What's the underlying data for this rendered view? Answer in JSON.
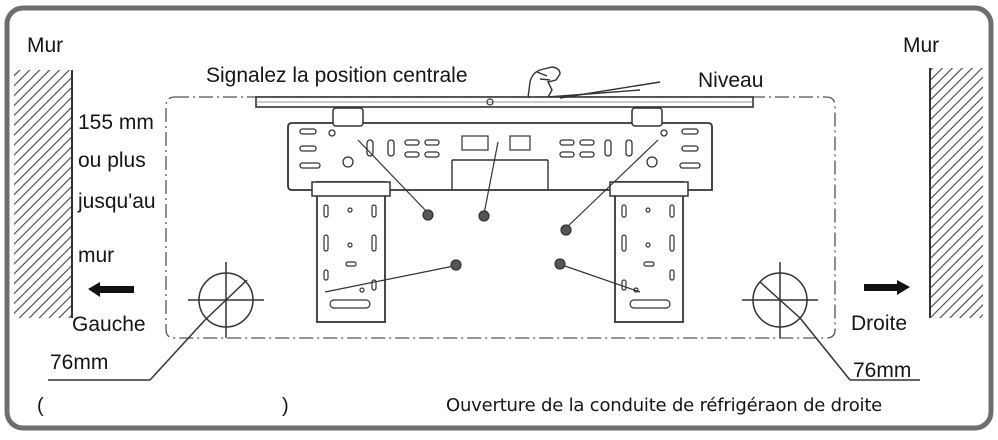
{
  "labels": {
    "wall_left": "Mur",
    "wall_right": "Mur",
    "center_mark": "Signalez la position centrale",
    "level": "Niveau",
    "clearance": [
      "155 mm",
      "ou plus",
      "jusqu'au",
      "mur"
    ],
    "left": "Gauche",
    "right": "Droite",
    "hole_left_size": "76mm",
    "hole_right_size": "76mm",
    "left_opening_open": "(",
    "left_opening_close": ")",
    "caption": "Ouverture de la conduite de réfrigéraon de droite"
  },
  "icons": {
    "left_arrow": "arrow-left-icon",
    "right_arrow": "arrow-right-icon",
    "hand": "hand-icon"
  },
  "colors": {
    "frame": "#6e6e6e",
    "line": "#3a3a3a",
    "hatch": "#444444",
    "plate": "#ffffff"
  }
}
